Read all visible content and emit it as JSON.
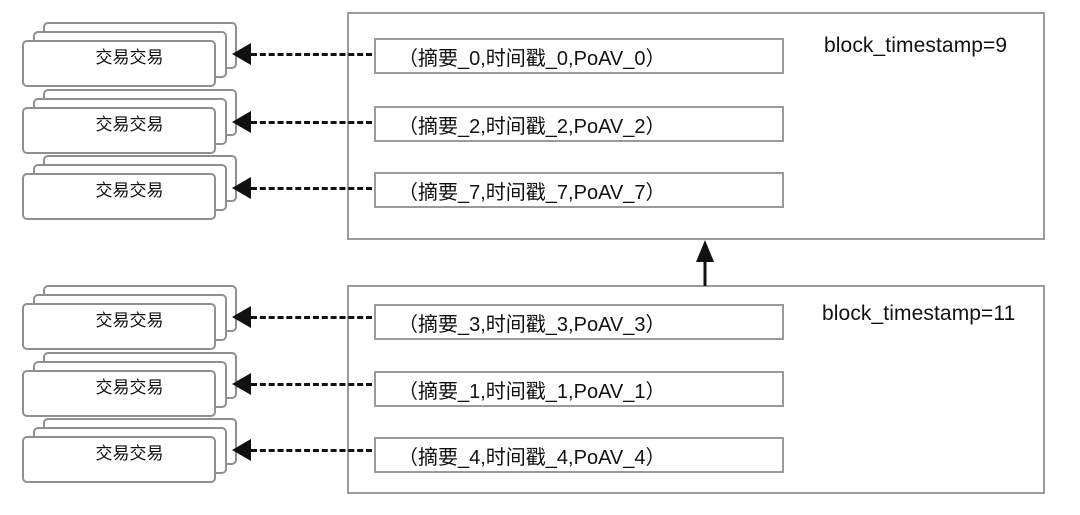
{
  "diagram": {
    "title": "blockchain-block-transaction-mapping",
    "colors": {
      "border": "#9a9a9a",
      "card_border": "#8f8f8f",
      "connector": "#111111",
      "background": "#ffffff"
    },
    "transaction_card_label": "交易交易",
    "blocks": [
      {
        "id": "block-top",
        "label": "block_timestamp=9",
        "timestamp": 9,
        "entries": [
          {
            "id": "entry-0",
            "text": "（摘要_0,时间戳_0,PoAV_0）",
            "digest": "摘要_0",
            "time": "时间戳_0",
            "poav": "PoAV_0",
            "index": 0
          },
          {
            "id": "entry-2",
            "text": "（摘要_2,时间戳_2,PoAV_2）",
            "digest": "摘要_2",
            "time": "时间戳_2",
            "poav": "PoAV_2",
            "index": 2
          },
          {
            "id": "entry-7",
            "text": "（摘要_7,时间戳_7,PoAV_7）",
            "digest": "摘要_7",
            "time": "时间戳_7",
            "poav": "PoAV_7",
            "index": 7
          }
        ]
      },
      {
        "id": "block-bottom",
        "label": "block_timestamp=11",
        "timestamp": 11,
        "entries": [
          {
            "id": "entry-3",
            "text": "（摘要_3,时间戳_3,PoAV_3）",
            "digest": "摘要_3",
            "time": "时间戳_3",
            "poav": "PoAV_3",
            "index": 3
          },
          {
            "id": "entry-1",
            "text": "（摘要_1,时间戳_1,PoAV_1）",
            "digest": "摘要_1",
            "time": "时间戳_1",
            "poav": "PoAV_1",
            "index": 1
          },
          {
            "id": "entry-4",
            "text": "（摘要_4,时间戳_4,PoAV_4）",
            "digest": "摘要_4",
            "time": "时间戳_4",
            "poav": "PoAV_4",
            "index": 4
          }
        ]
      }
    ],
    "transaction_stacks": [
      {
        "id": "tx-stack-0",
        "label": "交易交易",
        "cards": 3
      },
      {
        "id": "tx-stack-2",
        "label": "交易交易",
        "cards": 3
      },
      {
        "id": "tx-stack-7",
        "label": "交易交易",
        "cards": 3
      },
      {
        "id": "tx-stack-3",
        "label": "交易交易",
        "cards": 3
      },
      {
        "id": "tx-stack-1",
        "label": "交易交易",
        "cards": 3
      },
      {
        "id": "tx-stack-4",
        "label": "交易交易",
        "cards": 3
      }
    ],
    "connectors": {
      "entry_to_stack_style": "dashed-arrow-left",
      "block_to_block_style": "solid-arrow-up",
      "block_link_direction": "bottom-block-points-to-top-block"
    }
  }
}
